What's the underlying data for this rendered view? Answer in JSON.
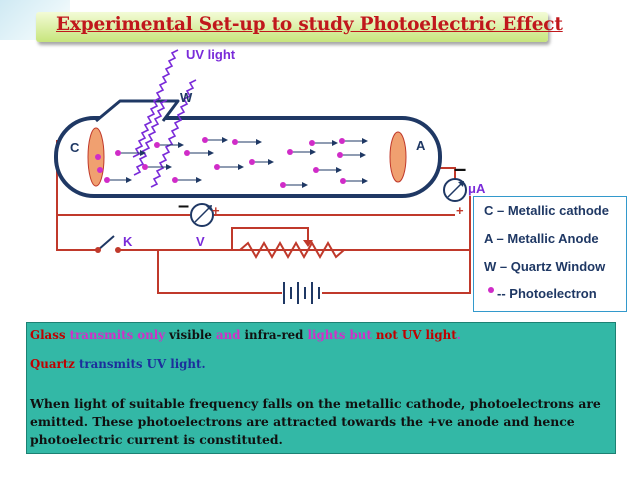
{
  "title": "Experimental Set-up to study Photoelectric Effect",
  "diagram": {
    "uv_label": "UV light",
    "window_label": "W",
    "cathode_label": "C",
    "anode_label": "A",
    "microammeter_label": "μA",
    "voltmeter_label": "V",
    "key_label": "K",
    "minus_sign": "–",
    "plus_sign": "+"
  },
  "legend": {
    "cathode": "C – Metallic cathode",
    "anode": "A – Metallic Anode",
    "window": "W – Quartz Window",
    "photoelectron": "-- Photoelectron"
  },
  "notes": {
    "glass_line": [
      "Glass",
      " transmits only",
      " visible",
      " and",
      " infra-red",
      " lights but",
      " not UV light",
      "."
    ],
    "quartz_line": [
      "Quartz",
      " transmits UV light",
      "."
    ],
    "paragraph": "When light of suitable frequency falls on the metallic cathode, photoelectrons are emitted.  These photoelectrons are attracted towards the +ve anode and hence photoelectric current is constituted."
  },
  "colors": {
    "tube_border": "#1f3864",
    "wire": "#c0392b",
    "electron": "#d02cc8",
    "electrode": "#f0a070",
    "uv_wave": "#7a2bd9",
    "text_box_bg": "#33b8a6",
    "title_color": "#c0171c"
  }
}
